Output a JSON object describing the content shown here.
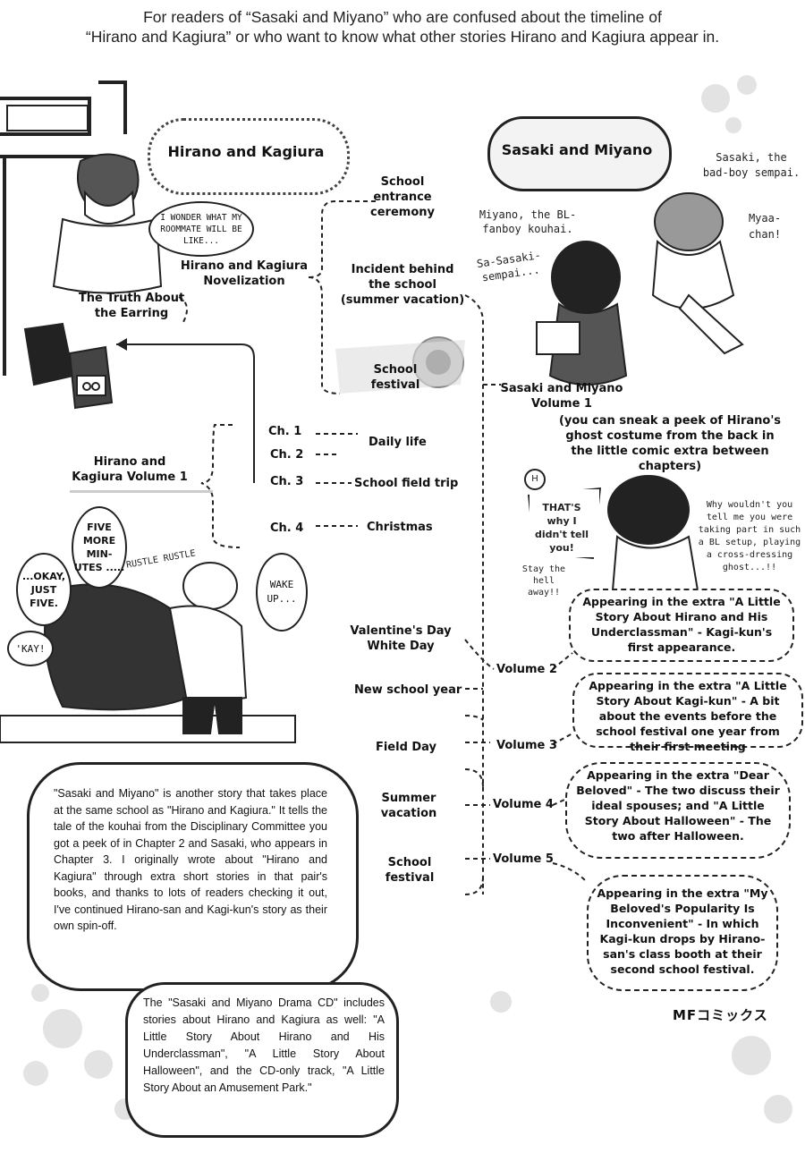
{
  "header": {
    "line1": "For readers of “Sasaki and Miyano” who are confused about the timeline of",
    "line2": "“Hirano and Kagiura” or who want to know what other stories Hirano and Kagiura appear in."
  },
  "hirano_title": "Hirano and Kagiura",
  "sasaki_title": "Sasaki and Miyano",
  "hirano_bubble": "I WONDER WHAT MY ROOMMATE WILL BE LIKE...",
  "novelization": "Hirano and Kagiura Novelization",
  "truth_earring": "The Truth About the Earring",
  "novel_events": {
    "entrance": "School entrance ceremony",
    "incident": "Incident behind the school (summer vacation)",
    "festival": "School festival"
  },
  "volume1": {
    "label": "Hirano and Kagiura Volume 1",
    "chapters": [
      {
        "ch": "Ch. 1",
        "event": "Daily life"
      },
      {
        "ch": "Ch. 2",
        "event": ""
      },
      {
        "ch": "Ch. 3",
        "event": "School field trip"
      },
      {
        "ch": "Ch. 4",
        "event": "Christmas"
      }
    ]
  },
  "characters": {
    "sasaki_label": "Sasaki, the bad-boy sempai.",
    "miyano_label": "Miyano, the BL-fanboy kouhai.",
    "myaa": "Myaa-chan!",
    "sasasaki": "Sa-Sasaki-sempai..."
  },
  "sm_volume1": {
    "label": "Sasaki and Miyano Volume 1",
    "note": "(you can sneak a peek of Hirano's ghost costume from the back in the little comic extra between chapters)"
  },
  "ghost_scene": {
    "h_badge": "H",
    "thats_why": "THAT'S why I didn't tell you!",
    "stay_away": "Stay the hell away!!",
    "why_wouldnt": "Why wouldn't you tell me you were taking part in such a BL setup, playing a cross-dressing ghost...!!"
  },
  "sleep_scene": {
    "five_more": "FIVE MORE MIN-UTES .....",
    "okay_just": "...OKAY, JUST FIVE.",
    "kay": "'KAY!",
    "wake_up": "WAKE UP...",
    "rustle": "RUSTLE RUSTLE"
  },
  "timeline": [
    {
      "event": "Valentine's Day White Day",
      "volume": "Volume 2",
      "extra": "Appearing in the extra \"A Little Story About Hirano and His Underclassman\" - Kagi-kun's first appearance."
    },
    {
      "event": "New school year",
      "volume": "",
      "extra": ""
    },
    {
      "event": "Field Day",
      "volume": "Volume 3",
      "extra": "Appearing in the extra \"A Little Story About Kagi-kun\" - A bit about the events before the school festival one year from their first meeting"
    },
    {
      "event": "Summer vacation",
      "volume": "Volume 4",
      "extra": "Appearing in the extra \"Dear Beloved\" - The two discuss their ideal spouses; and \"A Little Story About Halloween\" - The two after Halloween."
    },
    {
      "event": "School festival",
      "volume": "Volume 5",
      "extra": "Appearing in the extra \"My Beloved's Popularity Is Inconvenient\" - In which Kagi-kun drops by Hirano-san's class booth at their second school festival."
    }
  ],
  "note_paragraph": "\"Sasaki and Miyano\" is another story that takes place at the same school as \"Hirano and Kagiura.\" It tells the tale of the kouhai from the Disciplinary Committee you got a peek of in Chapter 2 and Sasaki, who appears in Chapter 3. I originally wrote about \"Hirano and Kagiura\" through extra short stories in that pair's books, and thanks to lots of readers checking it out, I've continued Hirano-san and Kagi-kun's story as their own spin-off.",
  "drama_cd": "The \"Sasaki and Miyano Drama CD\" includes stories about Hirano and Kagiura as well: \"A Little Story About Hirano and His Underclassman\", \"A Little Story About Halloween\", and the CD-only track, \"A Little Story About an Amusement Park.\"",
  "publisher": "MFコミックス"
}
